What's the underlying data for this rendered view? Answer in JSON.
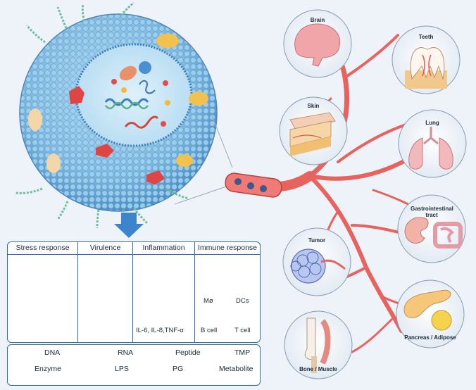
{
  "organs": {
    "brain": "Brain",
    "teeth": "Teeth",
    "skin": "Skin",
    "lung": "Lung",
    "gi_line1": "Gastrointestinal",
    "gi_line2": "tract",
    "tumor": "Tumor",
    "pancreas": "Pancreas / Adipose",
    "bone": "Bone / Muscle"
  },
  "panel": {
    "stress": "Stress response",
    "virulence": "Virulence",
    "inflammation": "Inflammation",
    "immune": "Immune response",
    "cytokines": "IL-6, IL-8,TNF-α",
    "mo": "Mø",
    "dcs": "DCs",
    "bcell": "B cell",
    "tcell": "T cell"
  },
  "legend": {
    "dna": "DNA",
    "rna": "RNA",
    "peptide": "Peptide",
    "tmp": "TMP",
    "enzyme": "Enzyme",
    "lps": "LPS",
    "pg": "PG",
    "metabolite": "Metabolite"
  },
  "colors": {
    "vesicle": "#8fc4e8",
    "vessel": "#e8625e",
    "border": "#2d6fb0",
    "background": "#eef3f9"
  }
}
